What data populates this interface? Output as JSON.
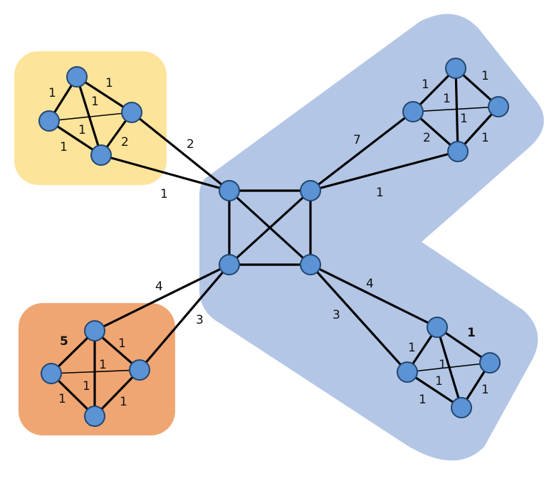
{
  "colors": {
    "background": "#ffffff",
    "cluster_yellow": "#fde49b",
    "cluster_orange": "#f0a673",
    "cluster_blue": "#b3c6e6",
    "node_fill": "#5b93d5",
    "node_stroke": "#23466f",
    "edge": "#000000"
  },
  "edges": {
    "center_top_right": "2",
    "center_bottom_left": "1",
    "center_top": "7",
    "center_top2": "1",
    "center_bottom_left_a": "4",
    "center_bottom_left_b": "3",
    "center_bottom_right_a": "4",
    "center_bottom_right_b": "3"
  },
  "yellow_cluster": {
    "l1": "1",
    "l2": "1",
    "l3": "1",
    "l4": "1",
    "l5": "1",
    "l6": "2"
  },
  "orange_cluster": {
    "l1": "5",
    "l2": "1",
    "l3": "1",
    "l4": "1",
    "l5": "1",
    "l6": "1"
  },
  "top_right_cluster": {
    "l1": "1",
    "l2": "1",
    "l3": "1",
    "l4": "1",
    "l5": "2",
    "l6": "1"
  },
  "bottom_right_cluster": {
    "l1": "1",
    "l2": "1",
    "l3": "1",
    "l4": "1",
    "l5": "1",
    "l6": "1"
  }
}
